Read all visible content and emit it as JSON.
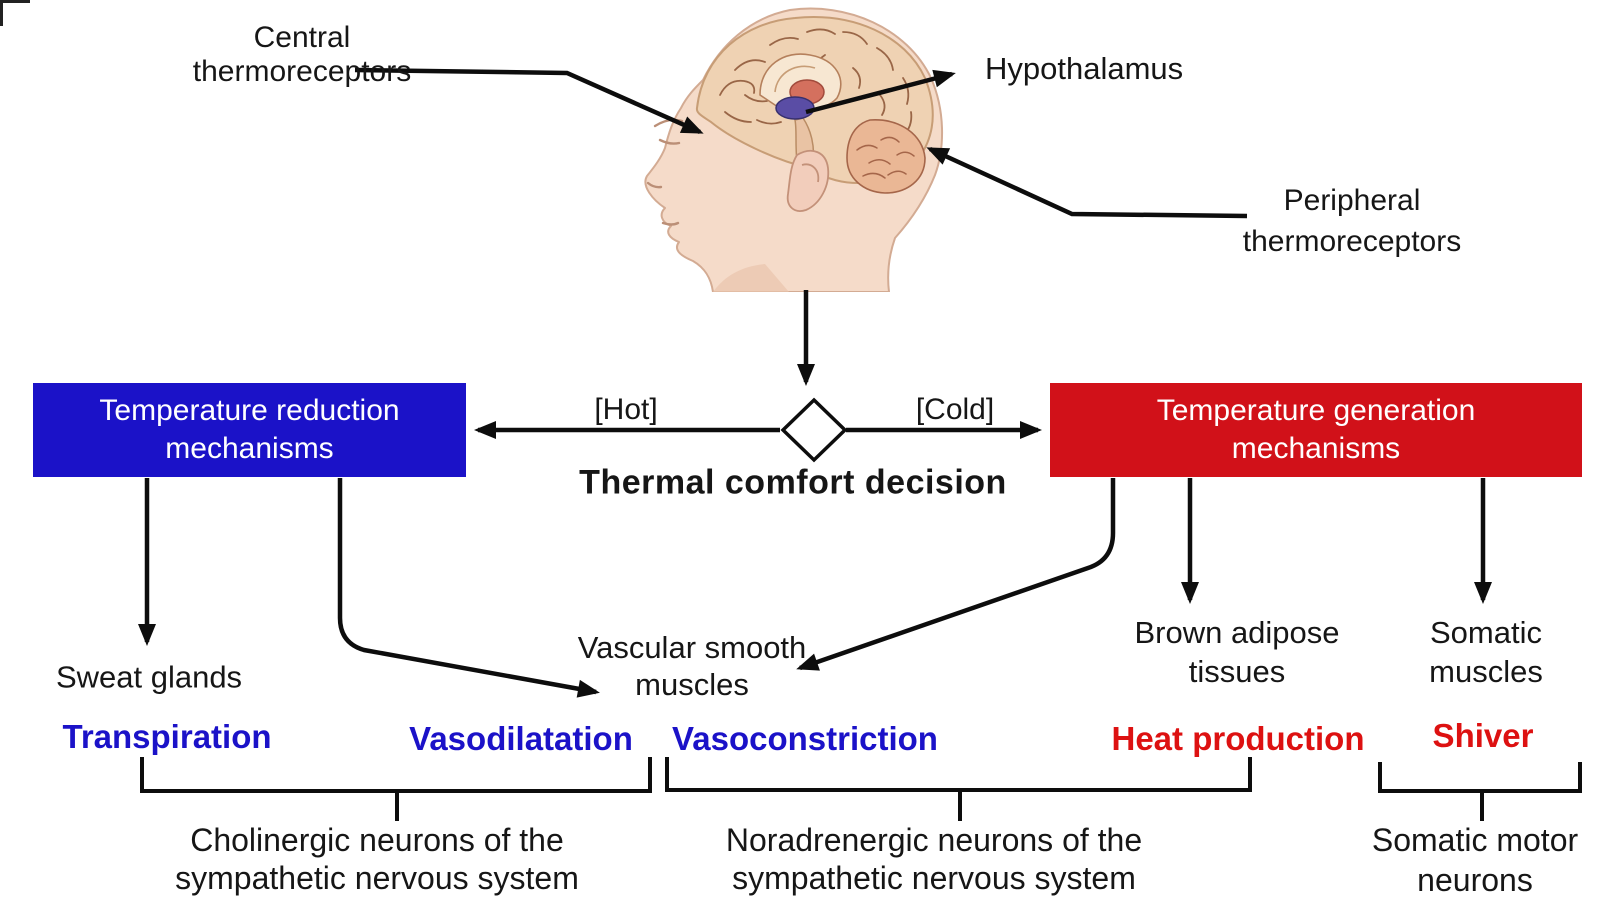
{
  "colors": {
    "box_blue": "#1b12c8",
    "box_red": "#d11119",
    "text_blue": "#1b12c8",
    "text_red": "#dd1111",
    "ink": "#0d0d0d"
  },
  "boxes": {
    "reduction": {
      "line1": "Temperature reduction",
      "line2": "mechanisms"
    },
    "generation": {
      "line1": "Temperature generation",
      "line2": "mechanisms"
    }
  },
  "labels": {
    "central": {
      "line1": "Central",
      "line2": "thermoreceptors"
    },
    "hypothalamus": {
      "text": "Hypothalamus"
    },
    "peripheral": {
      "line1": "Peripheral",
      "line2": "thermoreceptors"
    },
    "hot": {
      "text": "[Hot]"
    },
    "cold": {
      "text": "[Cold]"
    },
    "decision": {
      "text": "Thermal comfort decision"
    },
    "sweat_glands": {
      "text": "Sweat glands"
    },
    "vascular": {
      "line1": "Vascular smooth",
      "line2": "muscles"
    },
    "brown_adipose": {
      "line1": "Brown adipose",
      "line2": "tissues"
    },
    "somatic_muscles": {
      "line1": "Somatic",
      "line2": "muscles"
    },
    "transpiration": {
      "text": "Transpiration"
    },
    "vasodilatation": {
      "text": "Vasodilatation"
    },
    "vasoconstriction": {
      "text": "Vasoconstriction"
    },
    "heat_production": {
      "text": "Heat production"
    },
    "shiver": {
      "text": "Shiver"
    },
    "cholinergic": {
      "line1": "Cholinergic neurons of the",
      "line2": "sympathetic nervous system"
    },
    "noradrenergic": {
      "line1": "Noradrenergic neurons of the",
      "line2": "sympathetic nervous system"
    },
    "somatic_motor": {
      "line1": "Somatic motor",
      "line2": "neurons"
    }
  }
}
